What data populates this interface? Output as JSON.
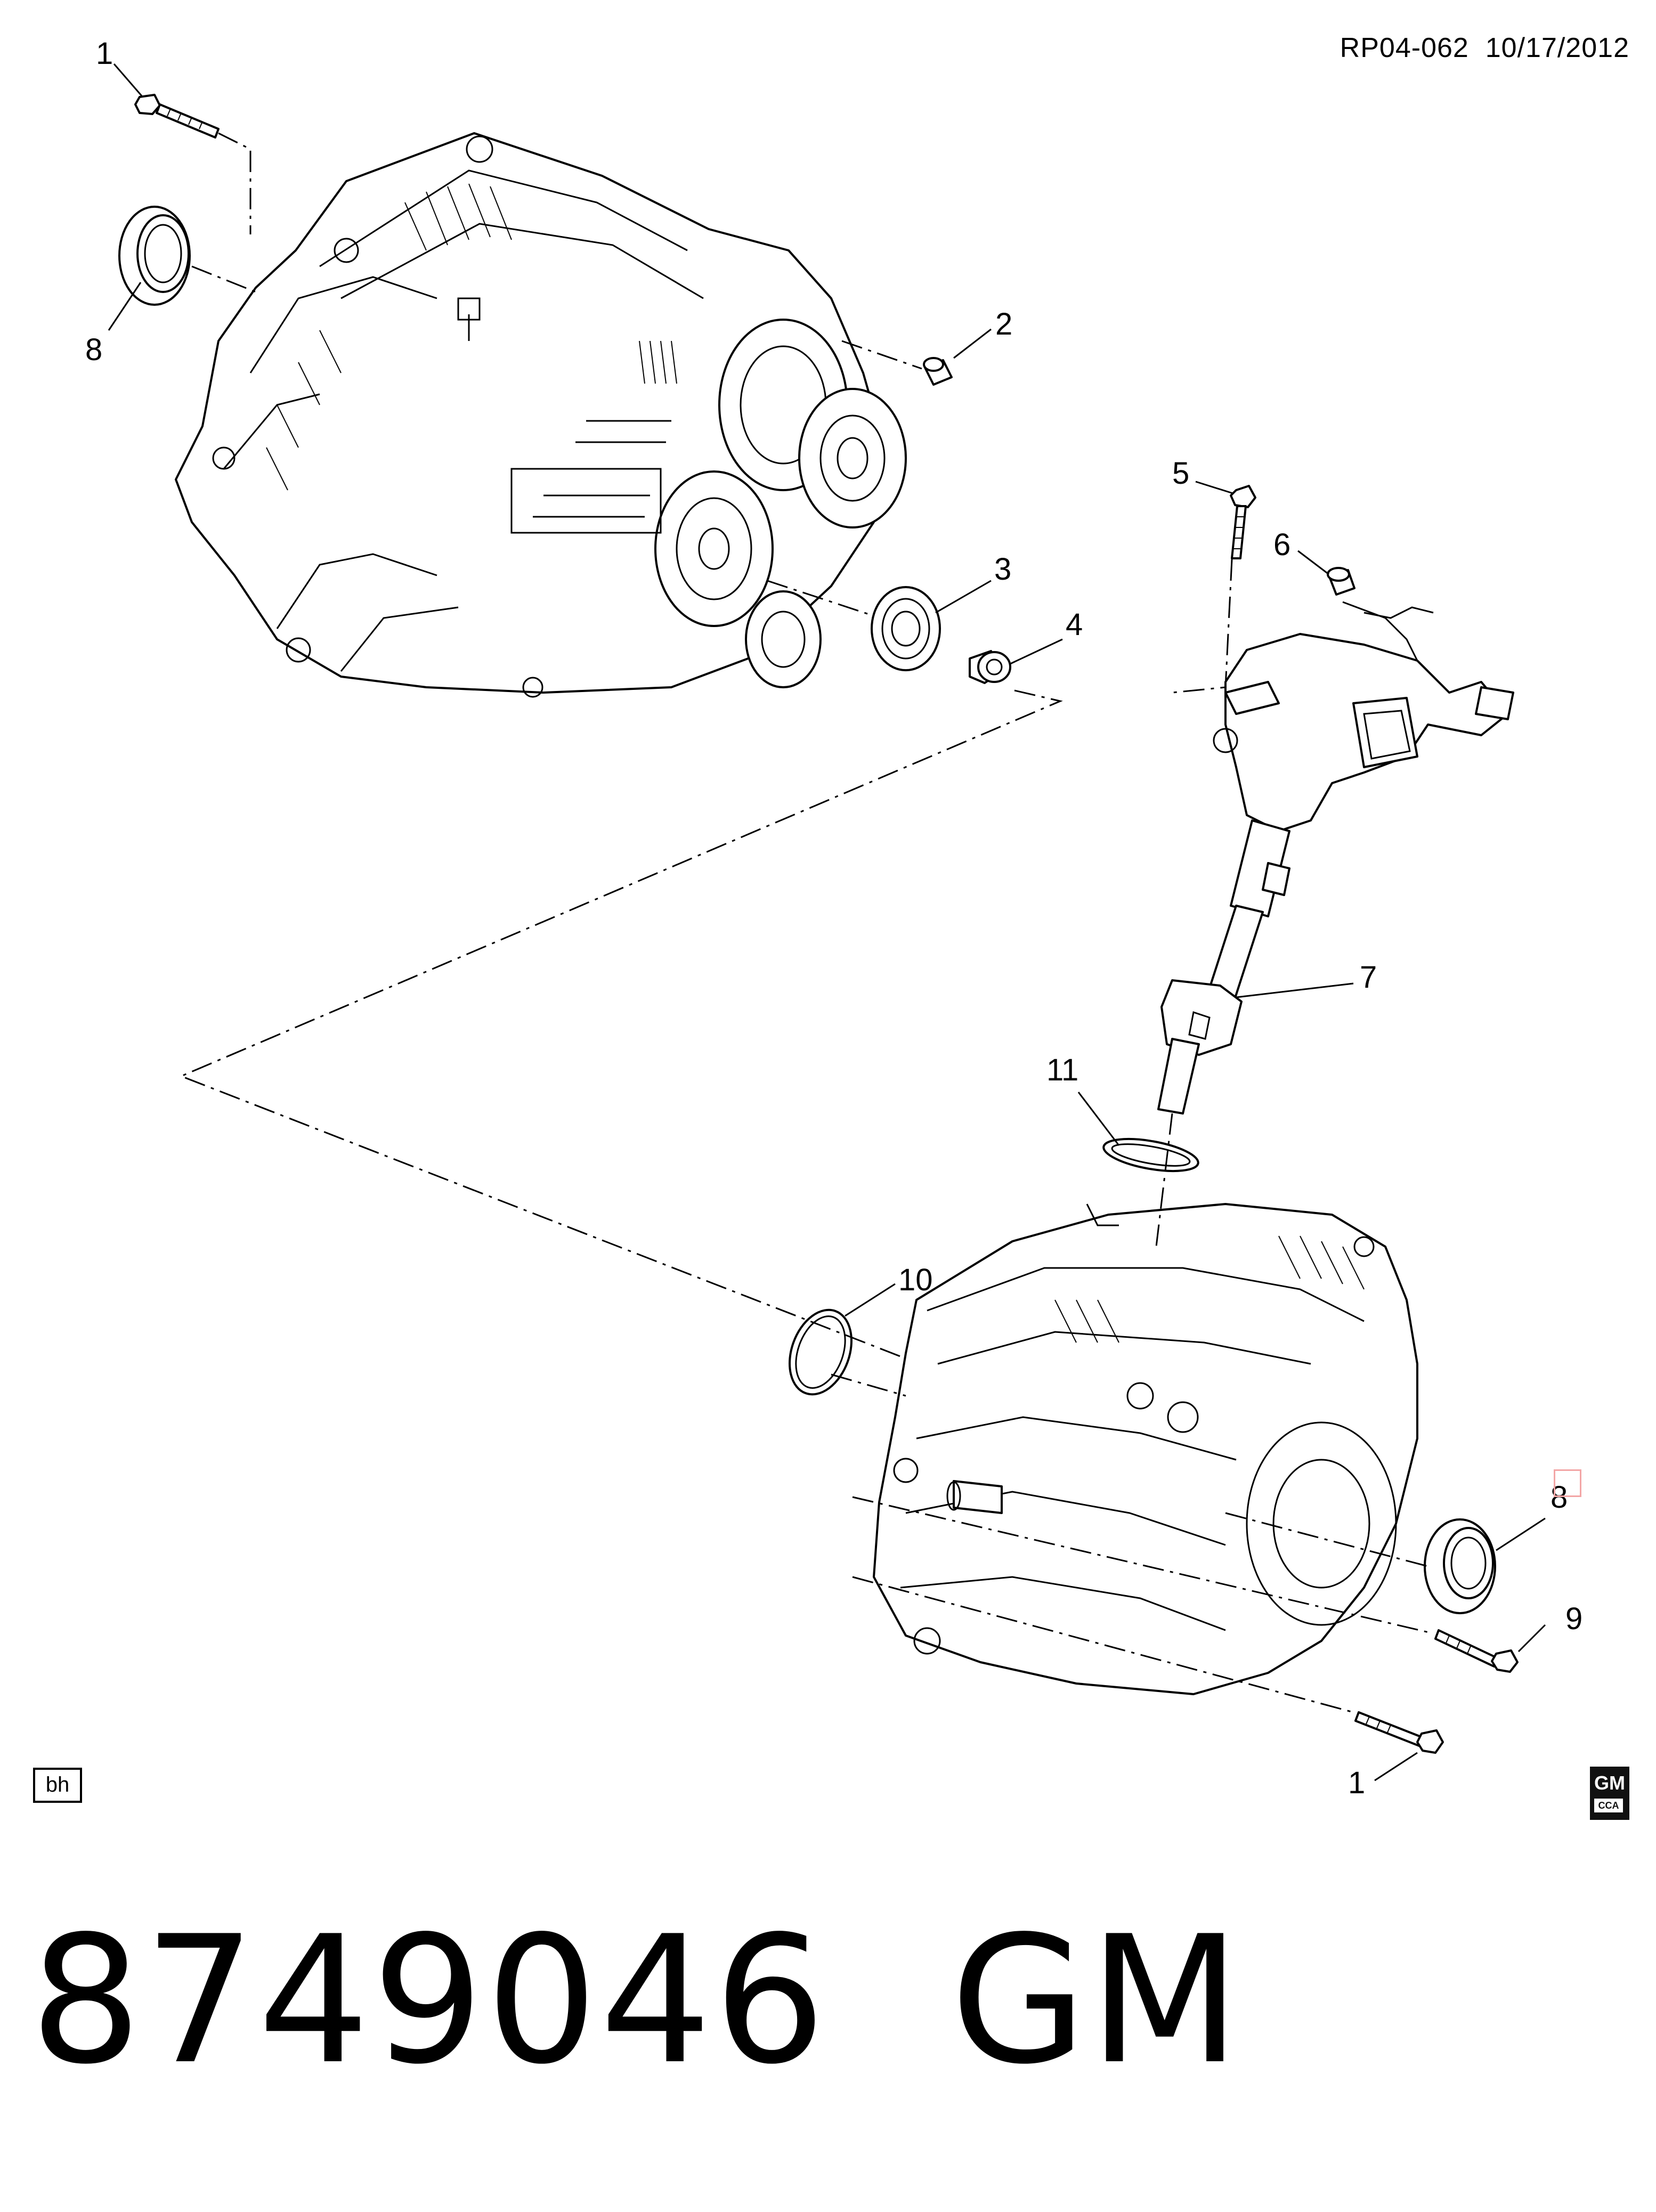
{
  "header": {
    "code": "RP04-062",
    "date": "10/17/2012"
  },
  "callouts": [
    {
      "id": "c1-top",
      "label": "1"
    },
    {
      "id": "c2",
      "label": "2"
    },
    {
      "id": "c3",
      "label": "3"
    },
    {
      "id": "c4",
      "label": "4"
    },
    {
      "id": "c5",
      "label": "5"
    },
    {
      "id": "c6",
      "label": "6"
    },
    {
      "id": "c7",
      "label": "7"
    },
    {
      "id": "c8-top",
      "label": "8"
    },
    {
      "id": "c8-bottom",
      "label": "8"
    },
    {
      "id": "c9",
      "label": "9"
    },
    {
      "id": "c10",
      "label": "10"
    },
    {
      "id": "c11",
      "label": "11"
    },
    {
      "id": "c1-bottom",
      "label": "1"
    }
  ],
  "footer": {
    "tag": "bh",
    "logo": "GM",
    "logo_sub": "CCA"
  },
  "caption": {
    "part_number": "8749046",
    "brand": "GM"
  },
  "colors": {
    "line": "#000000",
    "highlight": "#f3a6a6"
  }
}
